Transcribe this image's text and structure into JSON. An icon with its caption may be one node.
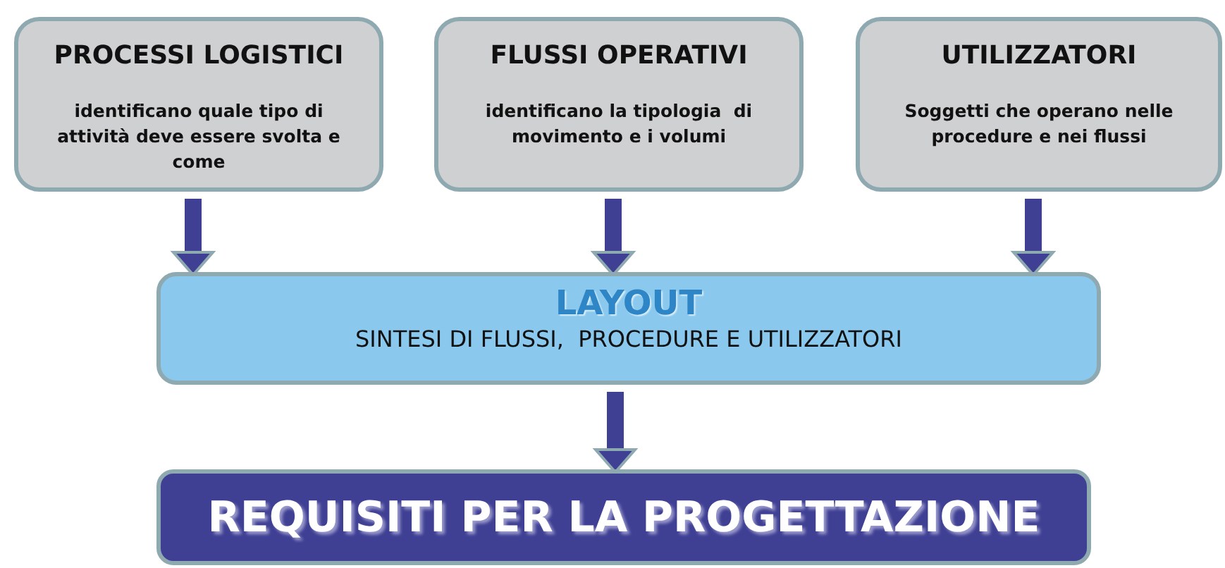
{
  "diagram": {
    "nodes": [
      {
        "text": [
          "PROCESSI LOGISTICI",
          "identificano quale tipo di attività deve essere svolta e come"
        ]
      },
      {
        "text": [
          "FLUSSI OPERATIVI",
          "identificano la tipologia  di movimento e i volumi"
        ]
      },
      {
        "text": [
          "UTILIZZATORI",
          "Soggetti che operano nelle procedure e nei flussi"
        ]
      },
      {
        "text": [
          "LAYOUT",
          "SINTESI DI FLUSSI,  PROCEDURE E UTILIZZATORI"
        ]
      },
      {
        "text": [
          "REQUISITI PER LA PROGETTAZIONE"
        ]
      }
    ],
    "edges": [
      {
        "from": 0,
        "to": 3,
        "arrow": "to"
      },
      {
        "from": 1,
        "to": 3,
        "arrow": "to"
      },
      {
        "from": 2,
        "to": 3,
        "arrow": "to"
      },
      {
        "from": 3,
        "to": 4,
        "arrow": "to"
      }
    ]
  }
}
